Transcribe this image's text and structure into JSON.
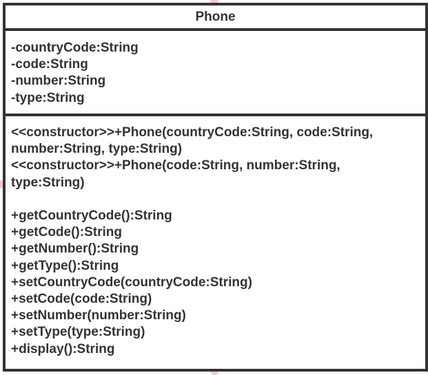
{
  "class": {
    "name": "Phone",
    "attributes": [
      "-countryCode:String",
      "-code:String",
      "-number:String",
      "-type:String"
    ],
    "constructors": [
      "<<constructor>>+Phone(countryCode:String, code:String,",
      "number:String, type:String)",
      "<<constructor>>+Phone(code:String, number:String,",
      "type:String)"
    ],
    "methods": [
      "+getCountryCode():String",
      "+getCode():String",
      "+getNumber():String",
      "+getType():String",
      "+setCountryCode(countryCode:String)",
      "+setCode(code:String)",
      "+setNumber(number:String)",
      "+setType(type:String)",
      "+display():String"
    ]
  },
  "colors": {
    "border": "#333333",
    "text": "#333333",
    "selection_handle": "#f7c6cb",
    "background": "#ffffff"
  }
}
